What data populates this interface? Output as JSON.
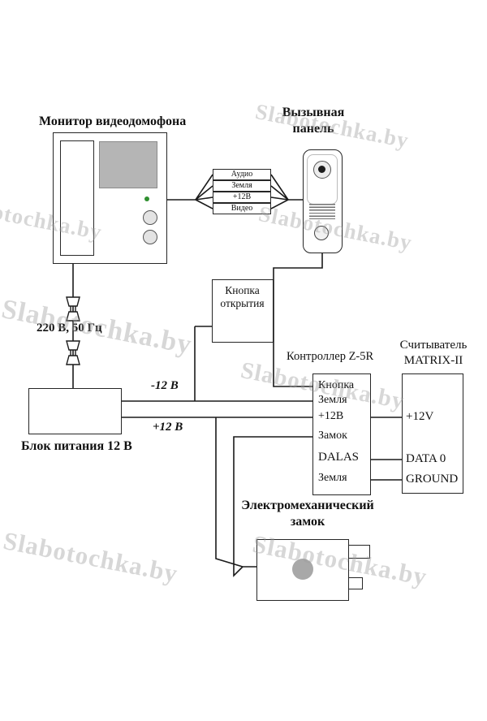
{
  "watermark": {
    "text": "Slabotochka.by"
  },
  "monitor": {
    "title": "Монитор видеодомофона"
  },
  "call_panel": {
    "title_lines": [
      "Вызывная",
      "панель"
    ]
  },
  "bundle": {
    "wires": [
      "Аудио",
      "Земля",
      "+12В",
      "Видео"
    ]
  },
  "mains": {
    "label": "220 В, 50 Гц"
  },
  "psu": {
    "label": "Блок питания 12 В",
    "minus_wire": "-12 В",
    "plus_wire": "+12 В"
  },
  "exit_button": {
    "title_lines": [
      "Кнопка",
      "открытия"
    ]
  },
  "controller": {
    "title": "Контроллер Z-5R",
    "pins": [
      "Кнопка",
      "Земля",
      "+12В",
      "Замок",
      "DALAS",
      "Земля"
    ]
  },
  "reader": {
    "title_lines": [
      "Считыватель",
      "MATRIX-II"
    ],
    "pins": [
      "+12V",
      "DATA 0",
      "GROUND"
    ]
  },
  "lock": {
    "title_lines": [
      "Электромеханический",
      "замок"
    ]
  },
  "icons": {
    "mains_plug": "plug-connector-pair",
    "exit_switch": "normally-open-contact",
    "camera": "lens-circle",
    "speaker": "grill-lines",
    "call_button": "circle-button",
    "power_led": "green-dot"
  },
  "colors": {
    "wire": "#1a1a1a",
    "screen": "#b5b5b5",
    "led": "#2f8f2f",
    "lock_dot": "#a8a8a8",
    "watermark": "#9e9e9e"
  }
}
